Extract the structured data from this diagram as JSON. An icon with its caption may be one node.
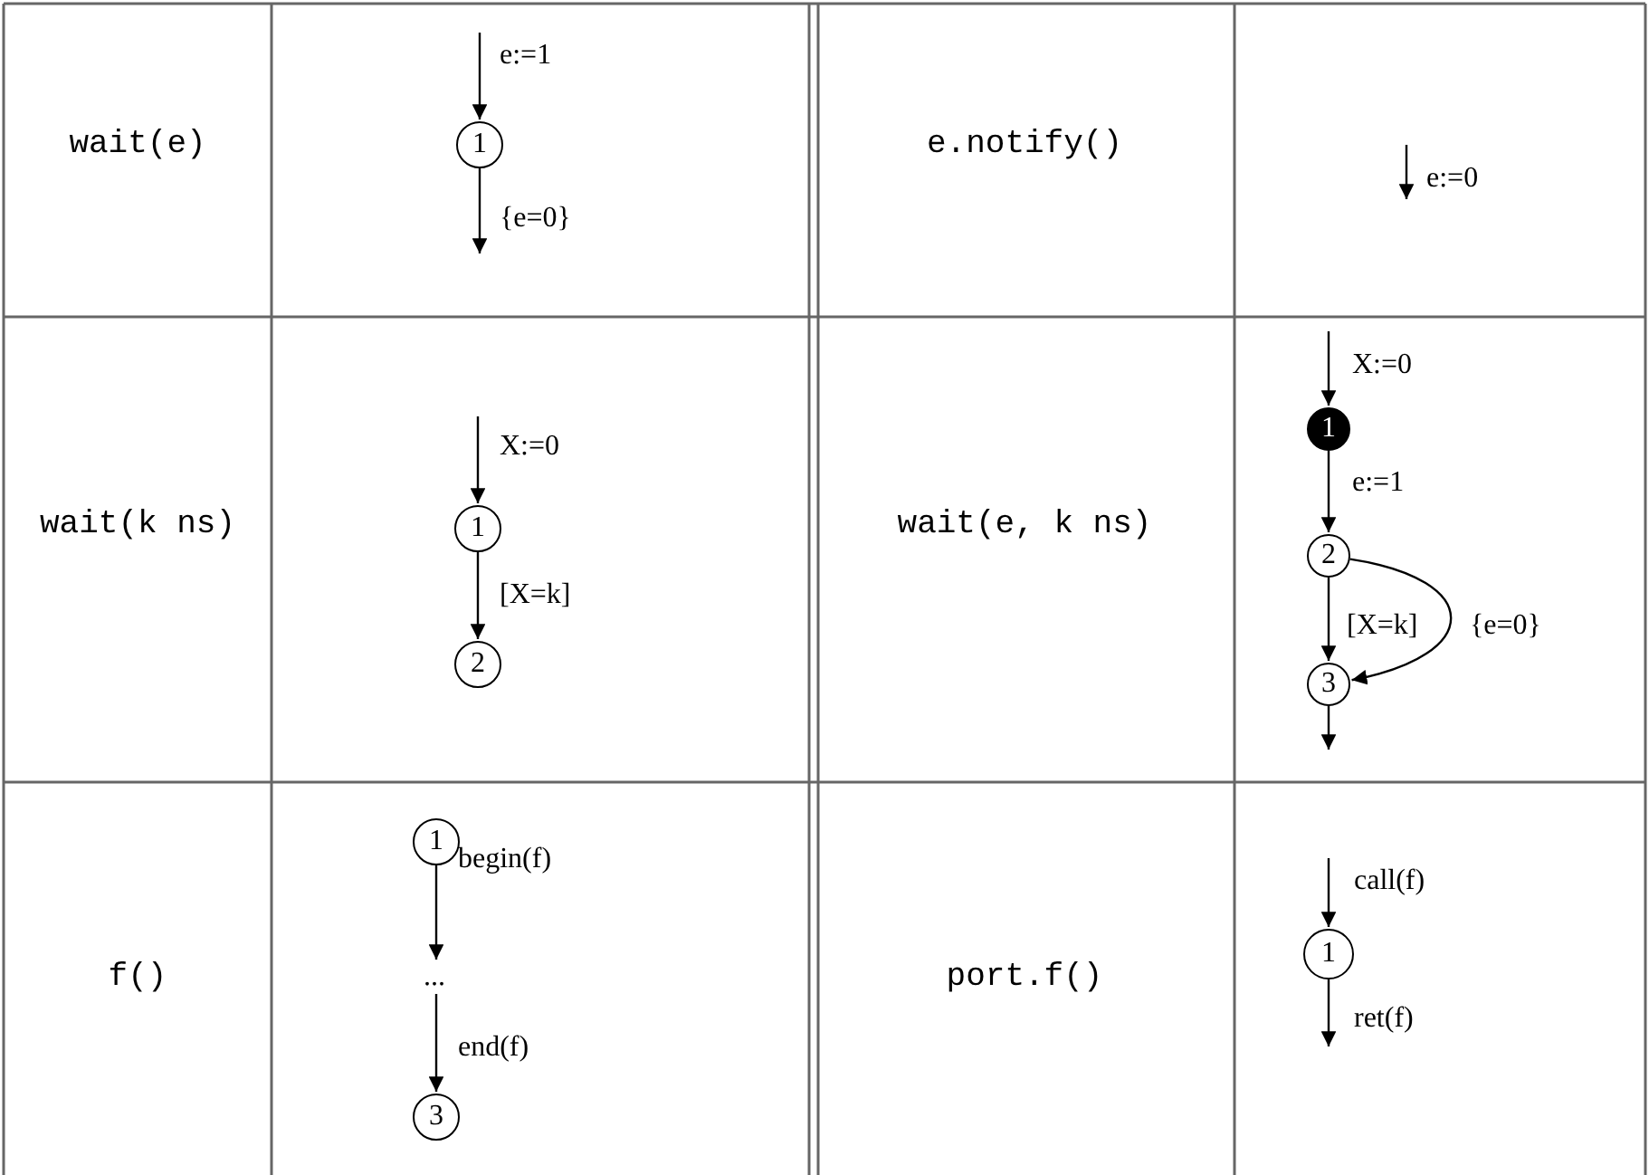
{
  "diagram": {
    "nodes": [
      {
        "text": [
          "1"
        ]
      },
      {
        "text": [
          "1"
        ]
      },
      {
        "text": [
          "2"
        ]
      },
      {
        "text": [
          "1"
        ]
      },
      {
        "text": [
          "2"
        ]
      },
      {
        "text": [
          "3"
        ]
      },
      {
        "text": [
          "1"
        ]
      },
      {
        "text": [
          "..."
        ]
      },
      {
        "text": [
          "3"
        ]
      },
      {
        "text": [
          "1"
        ]
      }
    ],
    "edges": [
      {
        "from": null,
        "to": 0,
        "arrow": "to",
        "label": "e:=1"
      },
      {
        "from": 0,
        "to": null,
        "arrow": "to",
        "label": "{e=0}"
      },
      {
        "from": null,
        "to": 1,
        "arrow": "to",
        "label": "X:=0"
      },
      {
        "from": 1,
        "to": 2,
        "arrow": "to",
        "label": "[X=k]"
      },
      {
        "from": null,
        "to": 3,
        "arrow": "to",
        "label": "X:=0"
      },
      {
        "from": 3,
        "to": 4,
        "arrow": "to",
        "label": "e:=1"
      },
      {
        "from": 4,
        "to": 5,
        "arrow": "to",
        "label": "[X=k]"
      },
      {
        "from": 4,
        "to": 5,
        "arrow": "to",
        "label": "{e=0}"
      },
      {
        "from": 5,
        "to": null,
        "arrow": "to"
      },
      {
        "from": 6,
        "to": 7,
        "arrow": "to",
        "label": "begin(f)"
      },
      {
        "from": 7,
        "to": 8,
        "arrow": "to",
        "label": "end(f)"
      },
      {
        "from": null,
        "to": 9,
        "arrow": "to",
        "label": "call(f)"
      },
      {
        "from": 9,
        "to": null,
        "arrow": "to",
        "label": "ret(f)"
      }
    ],
    "labels": [
      "wait(e)",
      "e.notify()",
      "e:=0",
      "wait(k ns)",
      "wait(e, k ns)",
      "f()",
      "port.f()"
    ]
  }
}
